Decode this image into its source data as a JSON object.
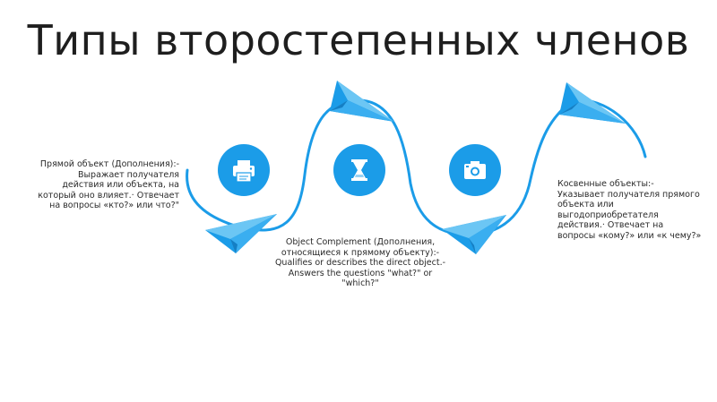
{
  "title": "Типы второстепенных членов",
  "colors": {
    "accent": "#1b9ce8",
    "accent_light": "#5bc0f2",
    "text": "#2a2a2a"
  },
  "steps": [
    {
      "icon": "printer-icon",
      "text": "Прямой объект (Дополнения):-\nВыражает получателя\nдействия или объекта, на\nкоторый оно влияет.· Отвечает\nна вопросы «кто?» или что?\""
    },
    {
      "icon": "hourglass-icon",
      "text": "Object Complement (Дополнения,\nотносящиеся к прямому объекту):-\nQualifies or describes the direct object.-\nAnswers the questions \"what?\" or\n\"which?\""
    },
    {
      "icon": "camera-icon",
      "text": "Косвенные объекты:-\nУказывает получателя прямого\nобъекта или\nвыгодоприобретателя\nдействия.· Отвечает на\nвопросы «кому?» или «к чему?»"
    }
  ]
}
